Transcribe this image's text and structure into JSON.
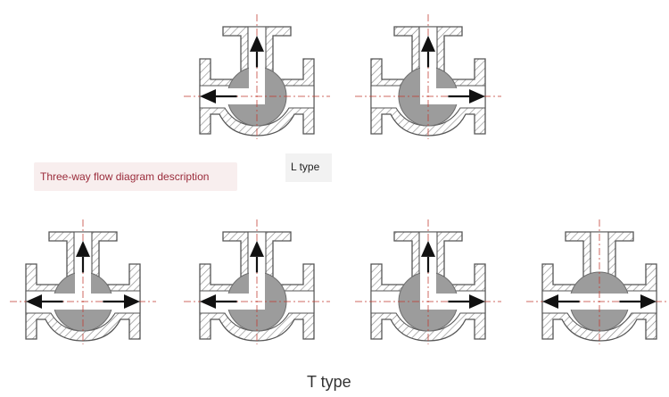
{
  "diagram": {
    "title": "",
    "caption": "Three-way flow diagram description",
    "groups": [
      {
        "label": "L type",
        "valves": [
          {
            "flow": [
              "up",
              "left"
            ]
          },
          {
            "flow": [
              "up",
              "right"
            ]
          }
        ]
      },
      {
        "label": "T type",
        "valves": [
          {
            "flow": [
              "up",
              "left",
              "right"
            ]
          },
          {
            "flow": [
              "up",
              "left"
            ]
          },
          {
            "flow": [
              "up",
              "right"
            ]
          },
          {
            "flow": [
              "left",
              "right"
            ]
          }
        ]
      }
    ]
  },
  "colors": {
    "outline": "#555555",
    "hatch": "#8a8a8a",
    "ball": "#9c9c9c",
    "arrow": "#111111",
    "centerline": "#c0392b",
    "caption_text": "#9a2b3a",
    "caption_bg": "#f8eeee"
  }
}
